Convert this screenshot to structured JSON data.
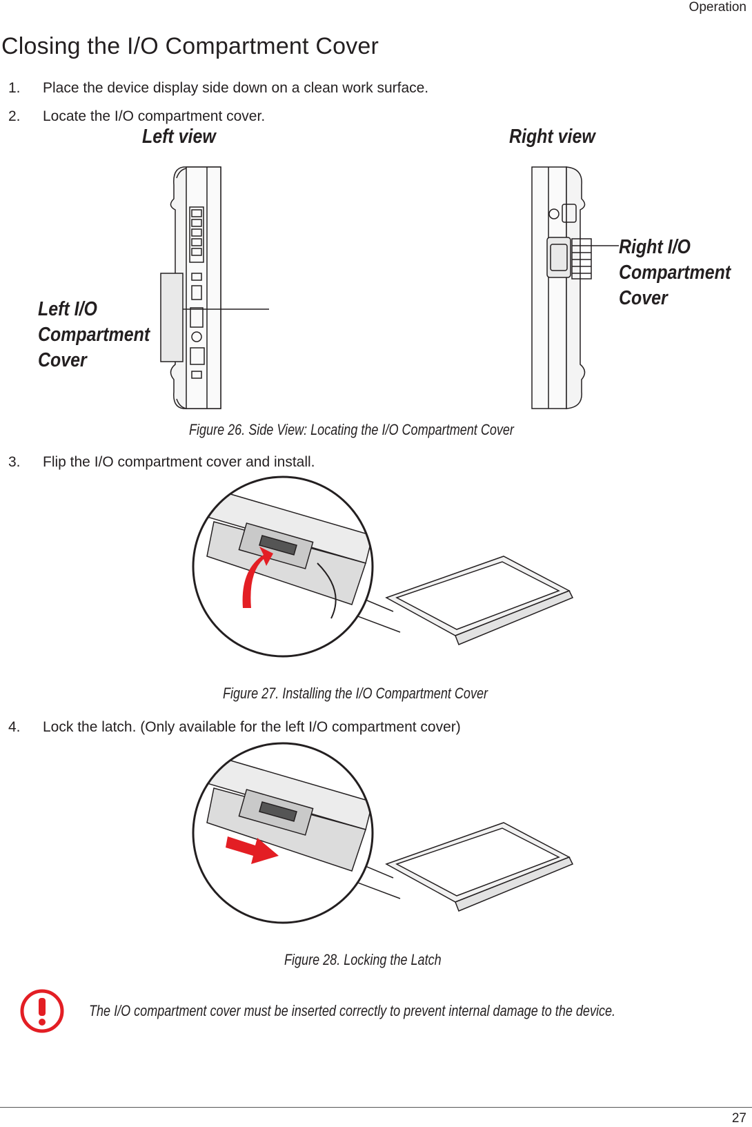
{
  "header": {
    "section": "Operation"
  },
  "page": {
    "title": "Closing the I/O Compartment Cover",
    "number": "27"
  },
  "steps": [
    {
      "num": "1.",
      "text": "Place the device display side down on a clean work surface."
    },
    {
      "num": "2.",
      "text": "Locate the I/O compartment cover."
    },
    {
      "num": "3.",
      "text": "Flip the I/O compartment cover and install."
    },
    {
      "num": "4.",
      "text": "Lock the latch. (Only available for the left I/O compartment cover)"
    }
  ],
  "figure26": {
    "left_view": "Left view",
    "right_view": "Right view",
    "left_callout": [
      "Left I/O",
      "Compartment",
      "Cover"
    ],
    "right_callout": [
      "Right I/O",
      "Compartment",
      "Cover"
    ],
    "caption": "Figure 26.  Side View: Locating the I/O Compartment Cover"
  },
  "figure27": {
    "caption": "Figure 27.  Installing the I/O Compartment Cover",
    "arrow_color": "#e31e24"
  },
  "figure28": {
    "caption": "Figure 28.  Locking the Latch",
    "arrow_color": "#e31e24"
  },
  "note": {
    "icon": "exclamation-circle-icon",
    "icon_color": "#e31e24",
    "text": "The I/O compartment cover must be inserted correctly to prevent internal damage to the device."
  }
}
